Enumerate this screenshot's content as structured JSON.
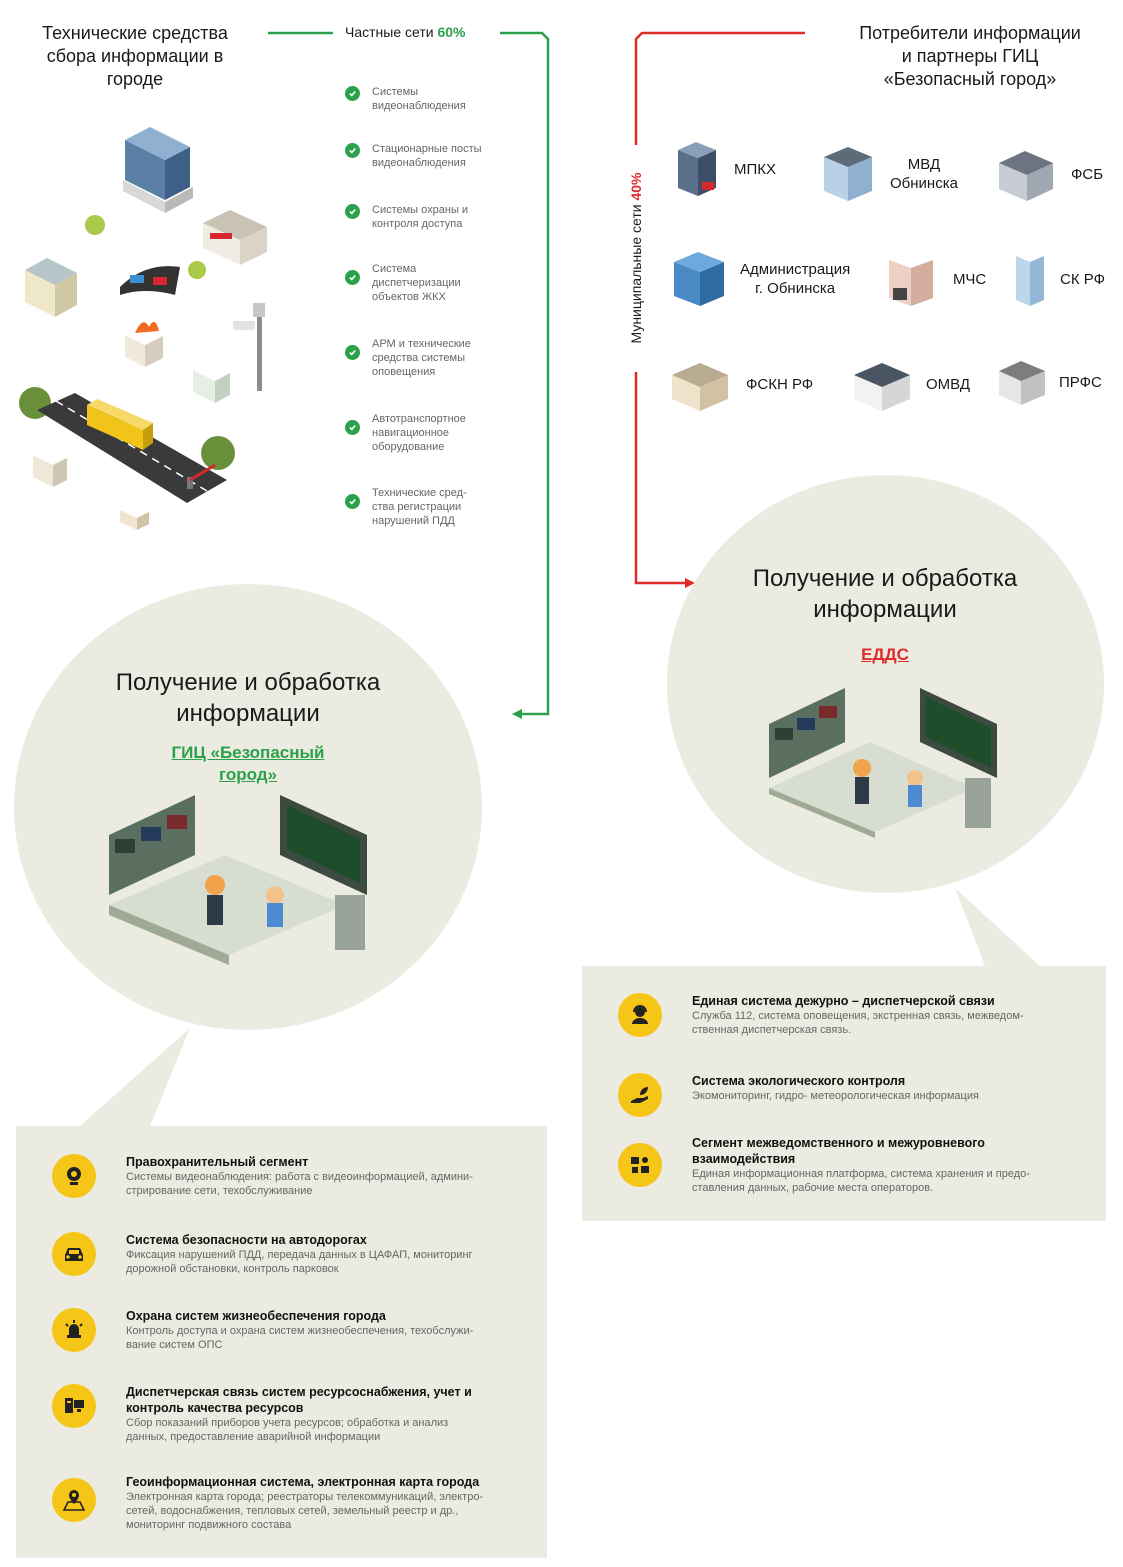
{
  "left_header": {
    "title": "Технические средства\nсбора информации в\nгороде",
    "private_label": "Частные сети",
    "private_pct": "60%"
  },
  "check_items": [
    "Системы\nвидеонаблюдения",
    "Стационарные посты\nвидеонаблюдения",
    "Системы охраны и\nконтроля доступа",
    "Система\nдиспетчеризации\nобъектов ЖКХ",
    "АРМ и технические\nсредства системы\nоповещения",
    "Автотранспортное\nнавигационное\nоборудование",
    "Технические сред-\nства регистрации\nнарушений ПДД"
  ],
  "right_header": {
    "title": "Потребители информации\nи партнеры ГИЦ\n«Безопасный город»",
    "municipal_label": "Муниципальные сети",
    "municipal_pct": "40%"
  },
  "consumers": [
    {
      "name": "МПКХ",
      "icon": "building-icon"
    },
    {
      "name": "МВД\nОбнинска",
      "icon": "building-icon"
    },
    {
      "name": "ФСБ",
      "icon": "building-icon"
    },
    {
      "name": "Администрация\nг. Обнинска",
      "icon": "building-icon"
    },
    {
      "name": "МЧС",
      "icon": "building-icon"
    },
    {
      "name": "СК РФ",
      "icon": "building-icon"
    },
    {
      "name": "ФСКН  РФ",
      "icon": "building-icon"
    },
    {
      "name": "ОМВД",
      "icon": "building-icon"
    },
    {
      "name": "ПРФС",
      "icon": "building-icon"
    }
  ],
  "left_circle": {
    "title": "Получение и обработка\nинформации",
    "link": "ГИЦ «Безопасный\nгород»"
  },
  "right_circle": {
    "title": "Получение и обработка\nинформации",
    "link": "ЕДДС"
  },
  "left_panel": [
    {
      "icon": "webcam-icon",
      "title": "Правохранительный сегмент",
      "desc": "Системы видеонаблюдения: работа с видеоинформацией, админи-\nстрирование сети, техобслуживание"
    },
    {
      "icon": "car-icon",
      "title": "Система безопасности на автодорогах",
      "desc": "Фиксация нарушений ПДД, передача данных в ЦАФАП, мониторинг\nдорожной обстановки, контроль парковок"
    },
    {
      "icon": "alarm-light-icon",
      "title": "Охрана систем жизнеобеспечения города",
      "desc": "Контроль доступа и охрана систем жизнеобеспечения, техобслужи-\nвание систем ОПС"
    },
    {
      "icon": "computer-icon",
      "title": "Диспетчерская связь систем ресурсоснабжения, учет и\nконтроль качества ресурсов",
      "desc": "Сбор показаний приборов учета ресурсов; обработка и анализ\nданных, предоставление аварийной информации"
    },
    {
      "icon": "map-pin-icon",
      "title": "Геоинформационная система, электронная карта города",
      "desc": "Электронная карта города; реестраторы телекоммуникаций, электро-\nсетей, водоснабжения, тепловых сетей, земельный реестр и др.,\nмониторинг подвижного состава"
    }
  ],
  "right_panel": [
    {
      "icon": "operator-icon",
      "title": "Единая система дежурно – диспетчерской связи",
      "desc": "Служба 112, система оповещения, экстренная связь, межведом-\nственная диспетчерская связь."
    },
    {
      "icon": "eco-hand-icon",
      "title": "Система экологического контроля",
      "desc": "Экомониторинг,  гидро- метеорологическая информация"
    },
    {
      "icon": "network-icon",
      "title": "Сегмент межведомственного и межуровневого\nвзаимодействия",
      "desc": "Единая информационная платформа, система хранения и предо-\nставления данных, рабочие места операторов."
    }
  ],
  "colors": {
    "green": "#2aa14a",
    "red": "#e02b2b",
    "beige": "#ecebe1",
    "yellow": "#f5c518"
  }
}
